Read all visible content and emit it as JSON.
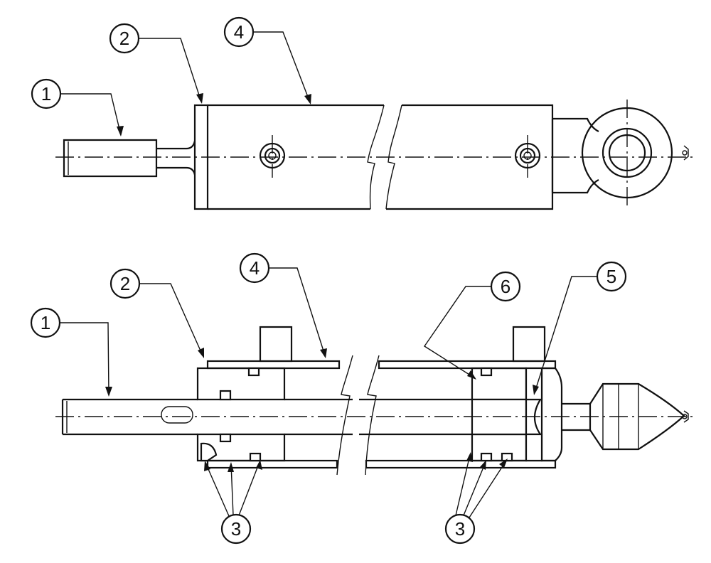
{
  "figure": {
    "top_view": {
      "callouts": [
        {
          "id": "top-1",
          "label": "1"
        },
        {
          "id": "top-2",
          "label": "2"
        },
        {
          "id": "top-4",
          "label": "4"
        }
      ]
    },
    "section_view": {
      "callouts": [
        {
          "id": "sec-1",
          "label": "1"
        },
        {
          "id": "sec-2",
          "label": "2"
        },
        {
          "id": "sec-4",
          "label": "4"
        },
        {
          "id": "sec-6",
          "label": "6"
        },
        {
          "id": "sec-5",
          "label": "5"
        },
        {
          "id": "sec-3a",
          "label": "3"
        },
        {
          "id": "sec-3b",
          "label": "3"
        }
      ]
    }
  }
}
